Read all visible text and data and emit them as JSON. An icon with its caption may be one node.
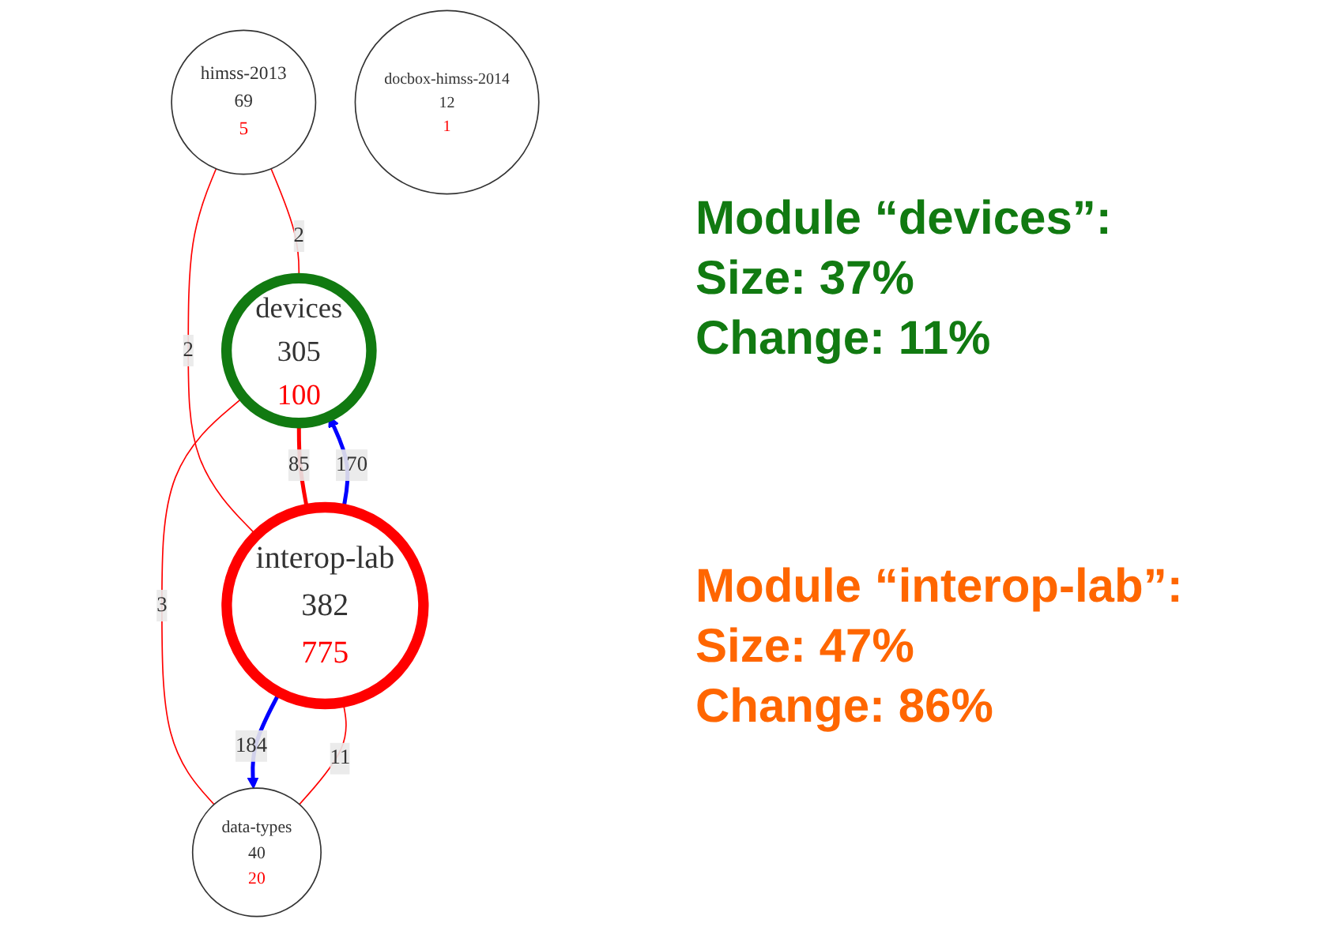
{
  "diagram": {
    "nodes": [
      {
        "text": [
          "himss-2013",
          "69",
          "5"
        ]
      },
      {
        "text": [
          "docbox-himss-2014",
          "12",
          "1"
        ]
      },
      {
        "text": [
          "devices",
          "305",
          "100"
        ]
      },
      {
        "text": [
          "interop-lab",
          "382",
          "775"
        ]
      },
      {
        "text": [
          "data-types",
          "40",
          "20"
        ]
      }
    ],
    "edges": [
      {
        "from": 0,
        "to": 2,
        "arrow": "none",
        "label": "2"
      },
      {
        "from": 0,
        "to": 3,
        "arrow": "none",
        "label": "2"
      },
      {
        "from": 2,
        "to": 3,
        "arrow": "none",
        "label": "85",
        "style": "thick"
      },
      {
        "from": 3,
        "to": 2,
        "arrow": "to",
        "label": "170",
        "style": "thick",
        "color": "#0000ff"
      },
      {
        "from": 2,
        "to": 4,
        "arrow": "none",
        "label": "3"
      },
      {
        "from": 3,
        "to": 4,
        "arrow": "to",
        "label": "184",
        "style": "thick",
        "color": "#0000ff"
      },
      {
        "from": 3,
        "to": 4,
        "arrow": "none",
        "label": "11"
      }
    ],
    "labels": [
      "Module “devices”:",
      "Size: 37%",
      "Change: 11%",
      "Module “interop-lab”:",
      "Size: 47%",
      "Change: 86%"
    ]
  }
}
